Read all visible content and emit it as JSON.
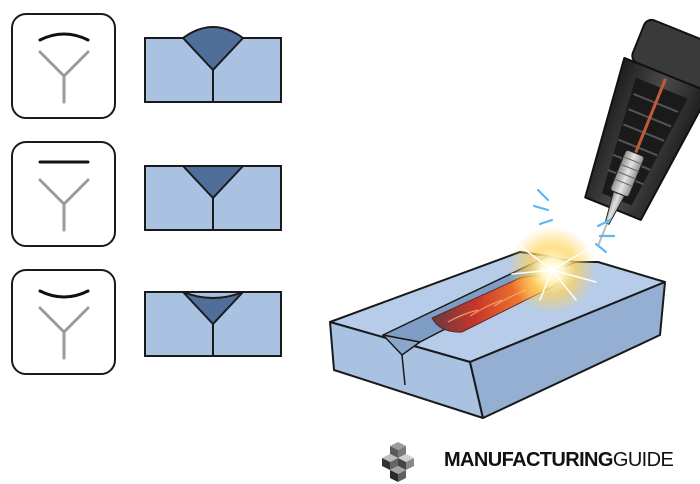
{
  "brand": {
    "name_bold": "MANUFACTURING",
    "name_light": "GUIDE"
  },
  "weld_profiles": [
    {
      "id": "convex",
      "symbol": "convex-contour-symbol"
    },
    {
      "id": "flush",
      "symbol": "flush-contour-symbol"
    },
    {
      "id": "concave",
      "symbol": "concave-contour-symbol"
    }
  ],
  "colors": {
    "base_metal": "#a9c2e2",
    "base_metal_dark": "#94afd2",
    "weld_bead": "#4f6f9a",
    "outline": "#1a1a1a",
    "symbol_gray": "#9a9a9a",
    "torch_body": "#2b2b2b",
    "arc_glow": "#ffd257",
    "hot_metal": "#e2452b"
  }
}
